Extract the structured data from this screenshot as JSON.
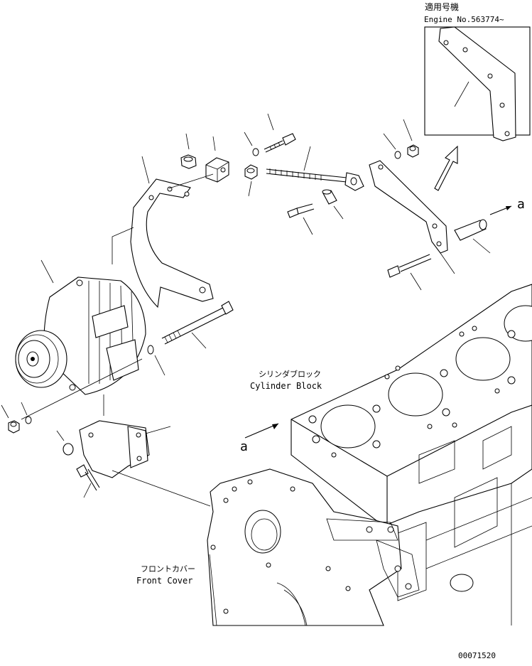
{
  "applicable_box": {
    "title": "適用号機",
    "engine_no": "Engine No.563774~"
  },
  "labels": {
    "cylinder_block_jp": "シリンダブロック",
    "cylinder_block_en": "Cylinder Block",
    "front_cover_jp": "フロントカバー",
    "front_cover_en": "Front Cover",
    "view_a_right": "a",
    "view_a_left": "a"
  },
  "drawing_number": "00071520"
}
